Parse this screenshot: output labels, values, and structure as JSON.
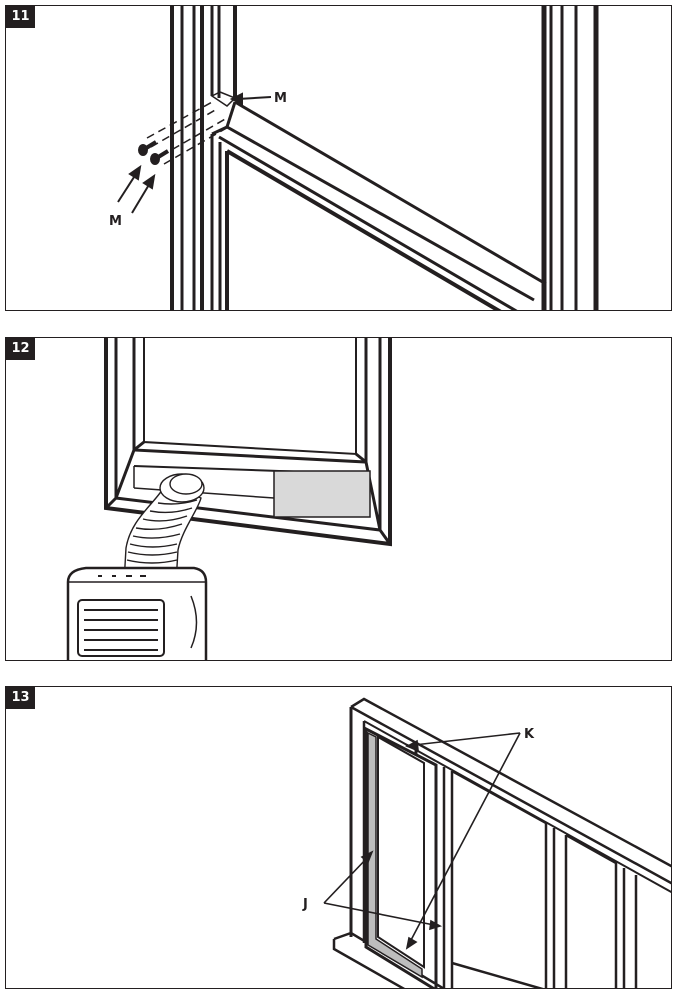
{
  "steps": [
    {
      "number": "11",
      "callouts": {
        "top": "M",
        "bottom": "M"
      }
    },
    {
      "number": "12"
    },
    {
      "number": "13",
      "callouts": {
        "k": "K",
        "j": "J"
      }
    }
  ],
  "colors": {
    "line": "#231f20",
    "panel_fill": "#d9d9d9",
    "seal_fill": "#bdbdbd"
  }
}
